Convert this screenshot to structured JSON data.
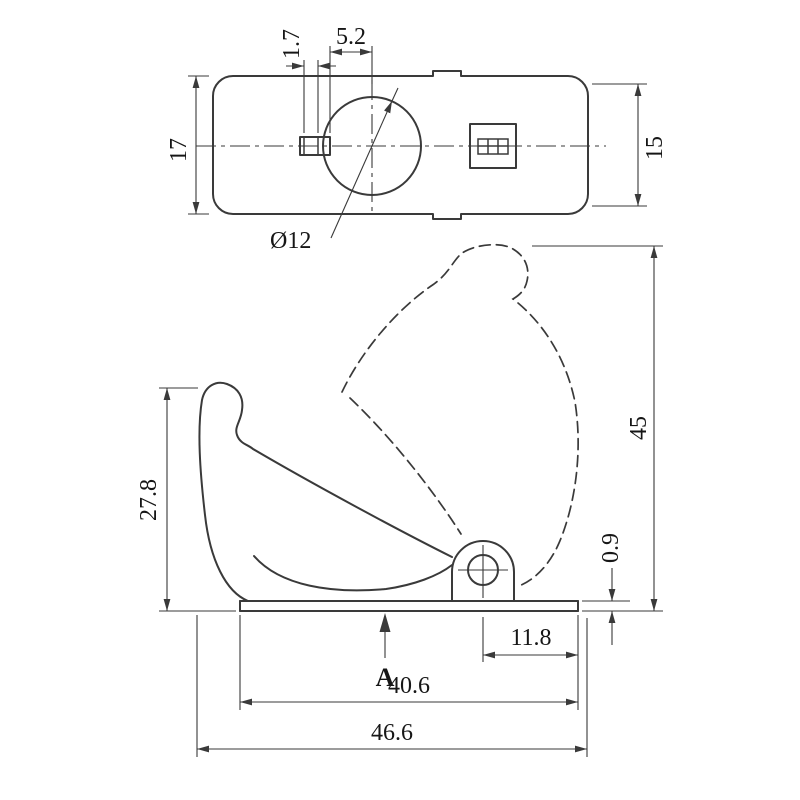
{
  "colors": {
    "background": "#ffffff",
    "line": "#3a3a3a",
    "text": "#161616"
  },
  "top_view": {
    "dims": {
      "height": "17",
      "right_height": "15",
      "pin_offset": "5.2",
      "pin_width": "1.7",
      "hole_diameter": "Ø12"
    }
  },
  "side_view": {
    "dims": {
      "cover_height": "27.8",
      "overall_height": "45",
      "base_thickness": "0.9",
      "pivot_offset": "11.8",
      "base_length": "40.6",
      "overall_length": "46.6"
    },
    "view_label": "A"
  }
}
